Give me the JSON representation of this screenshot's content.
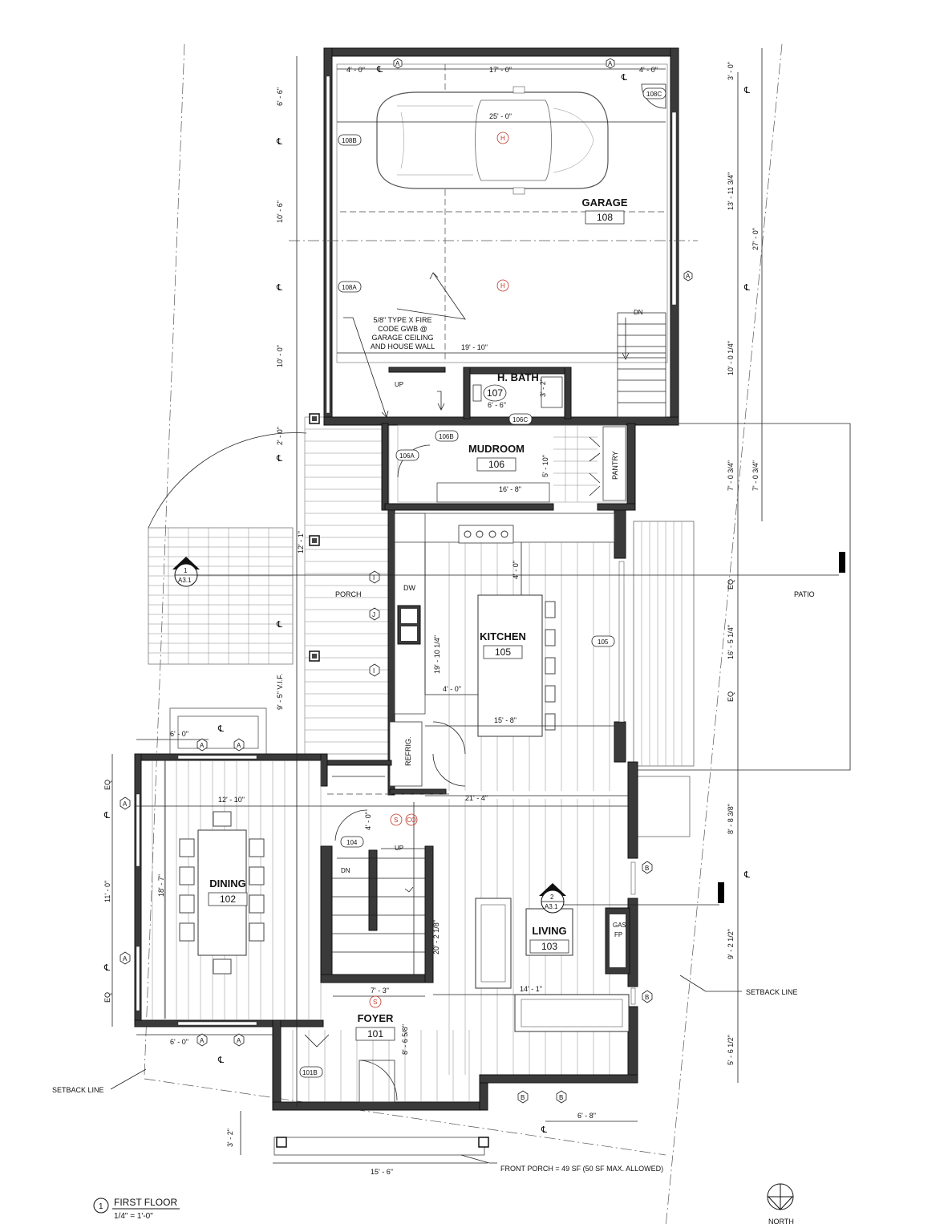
{
  "rooms": {
    "garage": {
      "name": "GARAGE",
      "number": "108"
    },
    "bath": {
      "name": "H. BATH",
      "number": "107"
    },
    "mudroom": {
      "name": "MUDROOM",
      "number": "106"
    },
    "kitchen": {
      "name": "KITCHEN",
      "number": "105"
    },
    "dining": {
      "name": "DINING",
      "number": "102"
    },
    "living": {
      "name": "LIVING",
      "number": "103"
    },
    "foyer": {
      "name": "FOYER",
      "number": "101"
    }
  },
  "labels": {
    "porch": "PORCH",
    "patio": "PATIO",
    "pantry": "PANTRY",
    "refrig": "REFRIG.",
    "dw": "DW",
    "gas": "GAS",
    "fp": "FP",
    "up": "UP",
    "dn": "DN",
    "setback": "SETBACK LINE",
    "north": "NORTH",
    "fire_note": [
      "5/8\" TYPE X FIRE",
      "CODE GWB @",
      "GARAGE CEILING",
      "AND HOUSE WALL"
    ],
    "front_porch": "FRONT PORCH = 49 SF (50 SF MAX. ALLOWED)"
  },
  "title_block": {
    "number": "1",
    "title": "FIRST FLOOR",
    "scale": "1/4\" = 1'-0\""
  },
  "section_marks": [
    {
      "number": "1",
      "sheet": "A3.1"
    },
    {
      "number": "2",
      "sheet": "A3.1"
    }
  ],
  "door_tags": {
    "d108C": "108C",
    "d108B": "108B",
    "d108A": "108A",
    "d106A": "106A",
    "d106B": "106B",
    "d106C": "106C",
    "d105": "105",
    "d104": "104",
    "d101B": "101B"
  },
  "grid": {
    "a": "A",
    "b": "B",
    "i": "I",
    "j": "J",
    "h": "H",
    "s": "S",
    "co": "CO",
    "eq": "EQ",
    "cl": "℄"
  },
  "dims": {
    "g4_0": "4' - 0\"",
    "g17_0": "17' - 0\"",
    "g4_0r": "4' - 0\"",
    "g25_0": "25' - 0\"",
    "g19_10": "19' - 10\"",
    "b6_6": "6' - 6\"",
    "b3_2": "3' - 2\"",
    "m16_8": "16' - 8\"",
    "m5_10": "5' - 10\"",
    "k4_0a": "4' - 0\"",
    "k19_10": "19' - 10 1/4\"",
    "k4_0b": "4' - 0\"",
    "k15_8": "15' - 8\"",
    "k21_4": "21' - 4\"",
    "d6_0a": "6' - 0\"",
    "d12_10": "12' - 10\"",
    "d18_7": "18' - 7\"",
    "d6_0b": "6' - 0\"",
    "s4_0": "4' - 0\"",
    "s20_2": "20' - 2 1/8\"",
    "f7_3": "7' - 3\"",
    "f8_6": "8' - 6 5/8\"",
    "f15_6": "15' - 6\"",
    "l14_1": "14' - 1\"",
    "l6_8": "6' - 8\"",
    "p3_2": "3' - 2\"",
    "p12_1": "12' - 1\"",
    "p9_5": "9' - 5\" V.I.F.",
    "p2_0": "2' - 0\"",
    "left6_6": "6' - 6\"",
    "left10_6": "10' - 6\"",
    "left10_0": "10' - 0\"",
    "left11_0": "11' - 0\"",
    "r3_0": "3' - 0\"",
    "r13_11": "13' - 11 3/4\"",
    "r27_0": "27' - 0\"",
    "r10_0": "10' - 0 1/4\"",
    "r7_0a": "7' - 0 3/4\"",
    "r7_0b": "7' - 0 3/4\"",
    "r16_5": "16' - 5 1/4\"",
    "r8_8": "8' - 8 3/8\"",
    "r9_2": "9' - 2 1/2\"",
    "r5_6": "5' - 6 1/2\""
  },
  "colors": {
    "wall": "#3a3a3a",
    "line": "#222222",
    "hatch": "#8c8c8c",
    "mark": "#c0392b"
  }
}
